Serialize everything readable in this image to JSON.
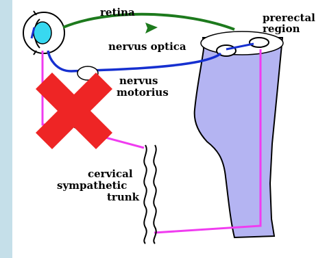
{
  "labels": {
    "retina": "retina",
    "nervus_optica": "nervus optica",
    "prerectal_line1": "prerectal",
    "prerectal_line2": "region",
    "nervus_oculomotorius_line1": "nervus",
    "nervus_oculomotorius_line2": "motorius",
    "cervical_line1": "cervical",
    "cervical_line2": "sympathetic",
    "cervical_line3": "trunk"
  },
  "colors": {
    "side_panel": "#c5dfe9",
    "brainstem": "#b4b4f2",
    "optic_nerve": "#1d7a1d",
    "oculomotor_nerve": "#1630d0",
    "sympathetic_pathway": "#f03cf0",
    "blocked_cross": "#ee2525",
    "iris": "#38d8f0"
  },
  "icons": [
    "eye-icon",
    "cross-out-icon",
    "arrow-icon"
  ]
}
